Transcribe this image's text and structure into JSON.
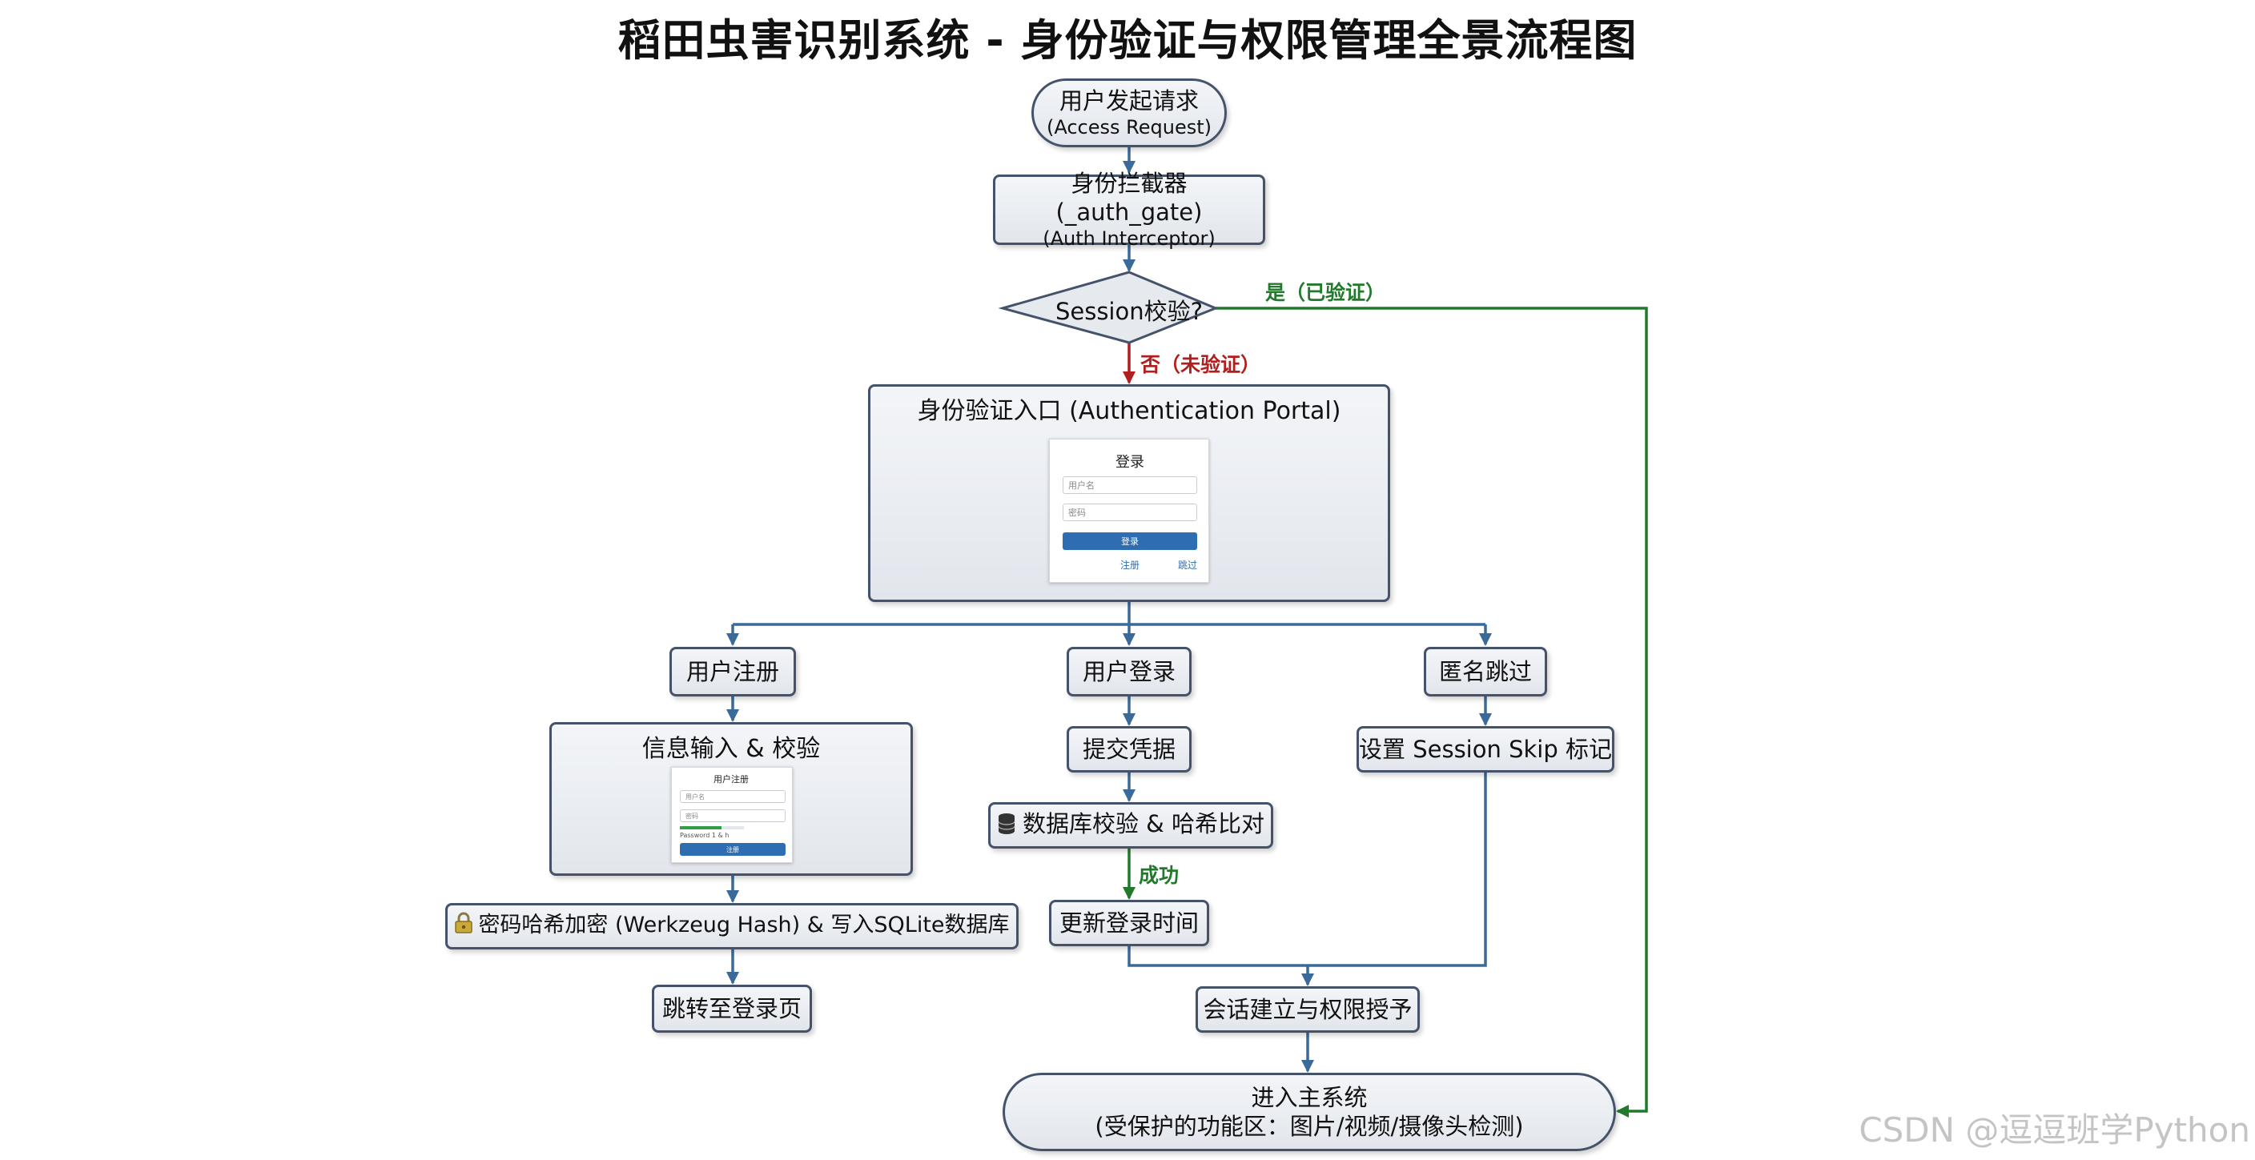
{
  "title": "稻田虫害识别系统 - 身份验证与权限管理全景流程图",
  "nodes": {
    "start": {
      "line1": "用户发起请求",
      "line2": "(Access Request)"
    },
    "interceptor": {
      "line1": "身份拦截器 (_auth_gate)",
      "line2": "(Auth Interceptor)"
    },
    "session_check": {
      "label": "Session校验?"
    },
    "portal": {
      "label": "身份验证入口 (Authentication Portal)"
    },
    "register": {
      "label": "用户注册"
    },
    "login": {
      "label": "用户登录"
    },
    "anonymous": {
      "label": "匿名跳过"
    },
    "info_input": {
      "label": "信息输入 & 校验"
    },
    "submit_credentials": {
      "label": "提交凭据"
    },
    "set_skip": {
      "label": "设置 Session Skip 标记"
    },
    "db_check": {
      "label": "数据库校验 & 哈希比对"
    },
    "hash_write": {
      "label": "密码哈希加密 (Werkzeug Hash) & 写入SQLite数据库"
    },
    "update_login_time": {
      "label": "更新登录时间"
    },
    "to_login_page": {
      "label": "跳转至登录页"
    },
    "grant": {
      "label": "会话建立与权限授予"
    },
    "main_system": {
      "line1": "进入主系统",
      "line2": "(受保护的功能区：图片/视频/摄像头检测)"
    }
  },
  "edge_labels": {
    "yes": "是（已验证）",
    "no": "否（未验证）",
    "success": "成功"
  },
  "login_mock": {
    "title": "登录",
    "username_placeholder": "用户名",
    "password_placeholder": "密码",
    "button": "登录",
    "register_link": "注册",
    "skip_link": "跳过"
  },
  "register_mock": {
    "title": "用户注册",
    "username_placeholder": "用户名",
    "password_placeholder": "密码",
    "strength_label": "Password 1 & h",
    "strength_level": 0.65,
    "button": "注册"
  },
  "icons": {
    "lock": "lock-icon",
    "database": "database-icon"
  },
  "colors": {
    "node_border": "#44536a",
    "edge": "#3a6a9a",
    "yes_edge": "#217a2b",
    "no_edge": "#b21d1d",
    "button": "#2f6db3"
  },
  "watermark": "CSDN @逗逗班学Python"
}
